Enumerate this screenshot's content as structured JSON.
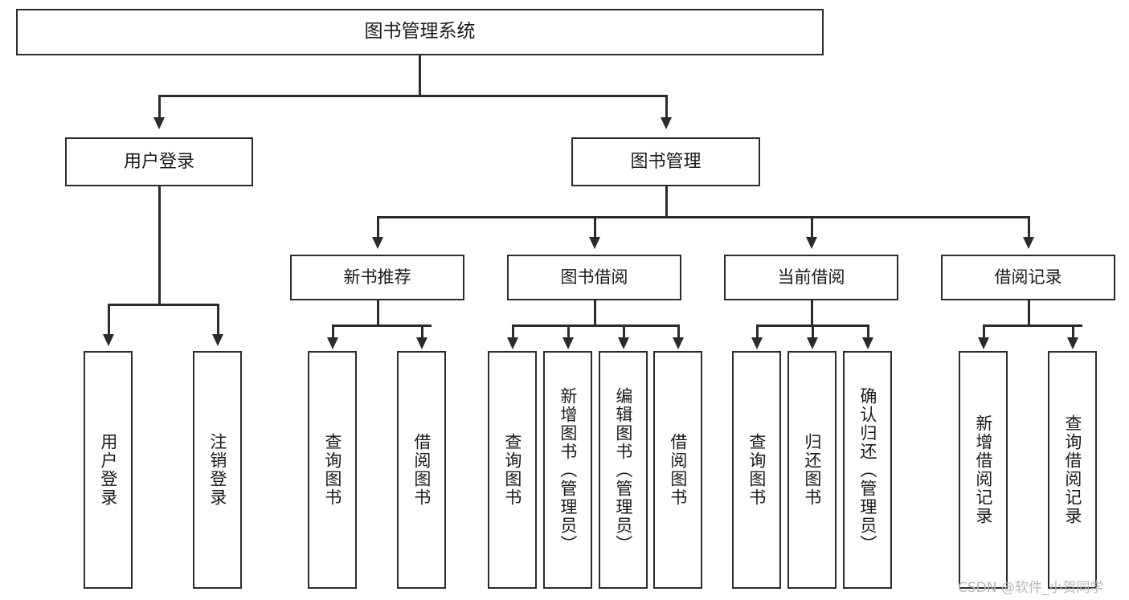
{
  "diagram": {
    "type": "tree-hierarchy",
    "title": "图书管理系统",
    "root": {
      "label": "图书管理系统"
    },
    "level2": [
      {
        "id": "user-login",
        "label": "用户登录"
      },
      {
        "id": "book-manage",
        "label": "图书管理"
      }
    ],
    "level3": [
      {
        "id": "new-book-recommend",
        "label": "新书推荐"
      },
      {
        "id": "book-borrow",
        "label": "图书借阅"
      },
      {
        "id": "current-borrow",
        "label": "当前借阅"
      },
      {
        "id": "borrow-record",
        "label": "借阅记录"
      }
    ],
    "leaves": {
      "user_login": [
        {
          "id": "leaf-user-login",
          "label": "用户登录"
        },
        {
          "id": "leaf-logout-login",
          "label": "注销登录"
        }
      ],
      "new_book_recommend": [
        {
          "id": "leaf-query-book-1",
          "label": "查询图书"
        },
        {
          "id": "leaf-borrow-book-1",
          "label": "借阅图书"
        }
      ],
      "book_borrow": [
        {
          "id": "leaf-query-book-2",
          "label": "查询图书"
        },
        {
          "id": "leaf-add-book",
          "label": "新增图书（管理员）"
        },
        {
          "id": "leaf-edit-book",
          "label": "编辑图书（管理员）"
        },
        {
          "id": "leaf-borrow-book-2",
          "label": "借阅图书"
        }
      ],
      "current_borrow": [
        {
          "id": "leaf-query-book-3",
          "label": "查询图书"
        },
        {
          "id": "leaf-return-book",
          "label": "归还图书"
        },
        {
          "id": "leaf-confirm-return",
          "label": "确认归还（管理员）"
        }
      ],
      "borrow_record": [
        {
          "id": "leaf-add-record",
          "label": "新增借阅记录"
        },
        {
          "id": "leaf-query-record",
          "label": "查询借阅记录"
        }
      ]
    }
  },
  "watermark": {
    "text": "CSDN @软件_小贺同学"
  },
  "colors": {
    "stroke": "#2b2b2b",
    "background": "#ffffff",
    "text": "#1a1a1a",
    "watermark": "#b9b9b9"
  }
}
